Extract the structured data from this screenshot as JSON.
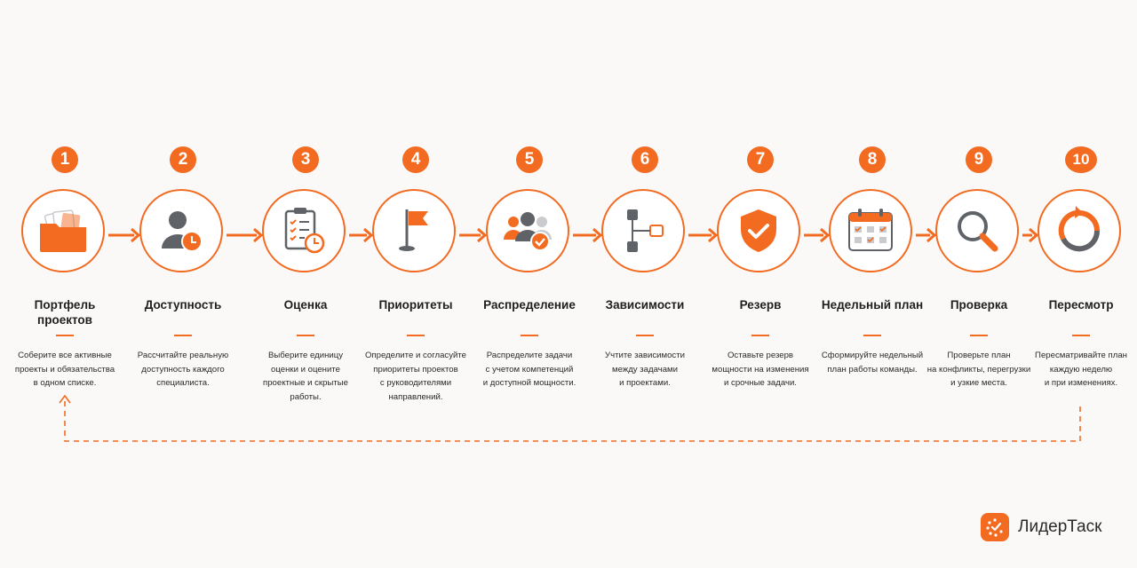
{
  "colors": {
    "accent": "#f26b21",
    "gray": "#5f6267",
    "light_gray": "#c9cbce",
    "background": "#fbf9f8"
  },
  "steps": [
    {
      "number": "1",
      "icon": "folder-documents-icon",
      "title": [
        "Портфель",
        "проектов"
      ],
      "description": [
        "Соберите все активные",
        "проекты и обязательства",
        "в одном списке."
      ]
    },
    {
      "number": "2",
      "icon": "person-clock-icon",
      "title": [
        "Доступность"
      ],
      "description": [
        "Рассчитайте реальную",
        "доступность каждого",
        "специалиста."
      ]
    },
    {
      "number": "3",
      "icon": "clipboard-checklist-icon",
      "title": [
        "Оценка"
      ],
      "description": [
        "Выберите единицу",
        "оценки и оцените",
        "проектные и скрытые",
        "работы."
      ]
    },
    {
      "number": "4",
      "icon": "flag-icon",
      "title": [
        "Приоритеты"
      ],
      "description": [
        "Определите и согласуйте",
        "приоритеты проектов",
        "с руководителями",
        "направлений."
      ]
    },
    {
      "number": "5",
      "icon": "team-check-icon",
      "title": [
        "Распределение"
      ],
      "description": [
        "Распределите задачи",
        "с учетом компетенций",
        "и доступной мощности."
      ]
    },
    {
      "number": "6",
      "icon": "dependency-tree-icon",
      "title": [
        "Зависимости"
      ],
      "description": [
        "Учтите зависимости",
        "между задачами",
        "и проектами."
      ]
    },
    {
      "number": "7",
      "icon": "shield-check-icon",
      "title": [
        "Резерв"
      ],
      "description": [
        "Оставьте резерв",
        "мощности на изменения",
        "и срочные задачи."
      ]
    },
    {
      "number": "8",
      "icon": "calendar-icon",
      "title": [
        "Недельный план"
      ],
      "description": [
        "Сформируйте недельный",
        "план работы команды."
      ]
    },
    {
      "number": "9",
      "icon": "magnifier-icon",
      "title": [
        "Проверка"
      ],
      "description": [
        "Проверьте план",
        "на конфликты, перегрузки",
        "и узкие места."
      ]
    },
    {
      "number": "10",
      "icon": "refresh-cycle-icon",
      "title": [
        "Пересмотр"
      ],
      "description": [
        "Пересматривайте план",
        "каждую неделю",
        "и при изменениях."
      ]
    }
  ],
  "brand": {
    "name": "ЛидерТаск"
  }
}
